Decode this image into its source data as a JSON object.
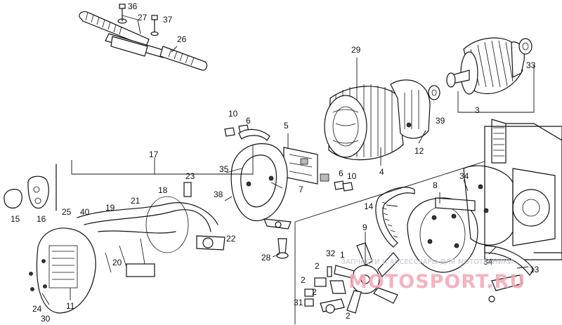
{
  "callouts": [
    {
      "id": "36",
      "text": "36"
    },
    {
      "id": "27",
      "text": "27"
    },
    {
      "id": "37",
      "text": "37"
    },
    {
      "id": "26",
      "text": "26"
    },
    {
      "id": "29",
      "text": "29"
    },
    {
      "id": "33",
      "text": "33"
    },
    {
      "id": "3",
      "text": "3"
    },
    {
      "id": "39",
      "text": "39"
    },
    {
      "id": "10a",
      "text": "10"
    },
    {
      "id": "6a",
      "text": "6"
    },
    {
      "id": "5",
      "text": "5"
    },
    {
      "id": "6b",
      "text": "6"
    },
    {
      "id": "10b",
      "text": "10"
    },
    {
      "id": "4",
      "text": "4"
    },
    {
      "id": "12",
      "text": "12"
    },
    {
      "id": "17",
      "text": "17"
    },
    {
      "id": "23",
      "text": "23"
    },
    {
      "id": "35",
      "text": "35"
    },
    {
      "id": "7",
      "text": "7"
    },
    {
      "id": "38",
      "text": "38"
    },
    {
      "id": "34a",
      "text": "34"
    },
    {
      "id": "8",
      "text": "8"
    },
    {
      "id": "14",
      "text": "14"
    },
    {
      "id": "18",
      "text": "18"
    },
    {
      "id": "21",
      "text": "21"
    },
    {
      "id": "19",
      "text": "19"
    },
    {
      "id": "25",
      "text": "25"
    },
    {
      "id": "40",
      "text": "40"
    },
    {
      "id": "15",
      "text": "15"
    },
    {
      "id": "16",
      "text": "16"
    },
    {
      "id": "22",
      "text": "22"
    },
    {
      "id": "9",
      "text": "9"
    },
    {
      "id": "28",
      "text": "28"
    },
    {
      "id": "20",
      "text": "20"
    },
    {
      "id": "32",
      "text": "32"
    },
    {
      "id": "1",
      "text": "1"
    },
    {
      "id": "2a",
      "text": "2"
    },
    {
      "id": "2b",
      "text": "2"
    },
    {
      "id": "2c",
      "text": "2"
    },
    {
      "id": "31",
      "text": "31"
    },
    {
      "id": "2d",
      "text": "2"
    },
    {
      "id": "34b",
      "text": "34"
    },
    {
      "id": "13",
      "text": "13"
    },
    {
      "id": "24",
      "text": "24"
    },
    {
      "id": "30",
      "text": "30"
    },
    {
      "id": "11",
      "text": "11"
    }
  ],
  "watermark": {
    "line1": "ЗАПЧАСТИ И АКСЕССУАРЫ ДЛЯ МОТОТЕХНИКИ",
    "brand": "МОТОSPORT.RU"
  },
  "colors": {
    "ink": "#111111",
    "watermark_brand": "#f2a6b4",
    "watermark_text": "#b9c2cf"
  }
}
